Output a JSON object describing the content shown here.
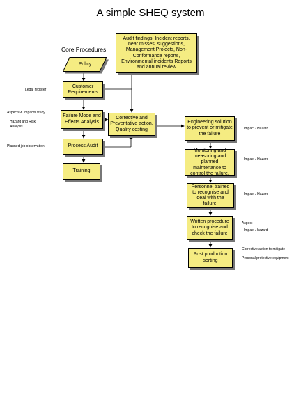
{
  "title": "A simple SHEQ system",
  "subtitle": "Core Procedures",
  "boxes": {
    "policy": "Policy",
    "audit_findings": "Audit findings, Incident reports, near misses, suggestions, Management Projects, Non-Conformance reports, Environmental incidents Reports and annual review",
    "customer_requirements": "Customer Requirements",
    "fmea": "Failure Mode and Effects Analysis",
    "process_audit": "Process Audit",
    "training": "Training",
    "corrective": "Corrective and Preventative action, Quality costing",
    "engineering": "Engineering solution to prevent or mitigate the failure",
    "monitoring": "Monitoring and measuring and planned maintenance to control the failure.",
    "personnel": "Personnel trained to recognise and deal with the failure.",
    "written": "Written procedure to recognise and check the failure",
    "post": "Post production sorting"
  },
  "notes": {
    "legal_register": "Legal register",
    "aspects_impacts": "Aspects & Impacts study",
    "hazard_risk": "Hazard and Risk Analysis",
    "planned_job": "Planned job observation",
    "impact1": "Impact / Hazard",
    "impact2": "Impact / Hazard",
    "impact3": "Impact / Hazard",
    "aspect": "Aspect",
    "impact4": "Impact / hazard",
    "corrective_action": "Corrective action to mitigate",
    "ppe": "Personal protective equipment"
  }
}
